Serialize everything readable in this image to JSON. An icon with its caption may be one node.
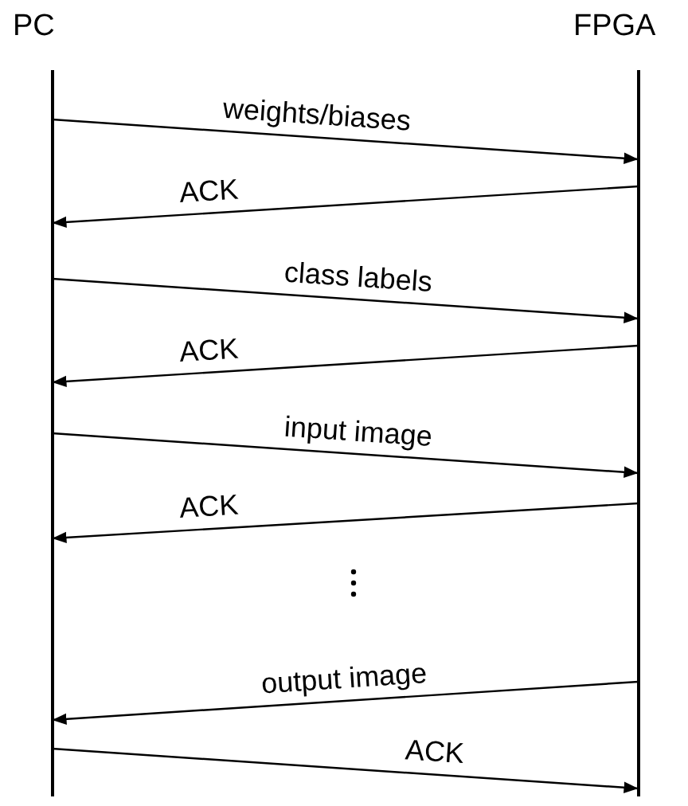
{
  "diagram": {
    "nodes": [
      {
        "text": [
          "PC"
        ]
      },
      {
        "text": [
          "FPGA"
        ]
      }
    ],
    "edges": [
      {
        "from": 0,
        "to": 1,
        "arrow": "to",
        "label": "weights/biases"
      },
      {
        "from": 1,
        "to": 0,
        "arrow": "to",
        "label": "ACK"
      },
      {
        "from": 0,
        "to": 1,
        "arrow": "to",
        "label": "class labels"
      },
      {
        "from": 1,
        "to": 0,
        "arrow": "to",
        "label": "ACK"
      },
      {
        "from": 0,
        "to": 1,
        "arrow": "to",
        "label": "input image"
      },
      {
        "from": 1,
        "to": 0,
        "arrow": "to",
        "label": "ACK"
      },
      {
        "from": 1,
        "to": 0,
        "arrow": "to",
        "label": "output image"
      },
      {
        "from": 0,
        "to": 1,
        "arrow": "to",
        "label": "ACK"
      }
    ]
  }
}
